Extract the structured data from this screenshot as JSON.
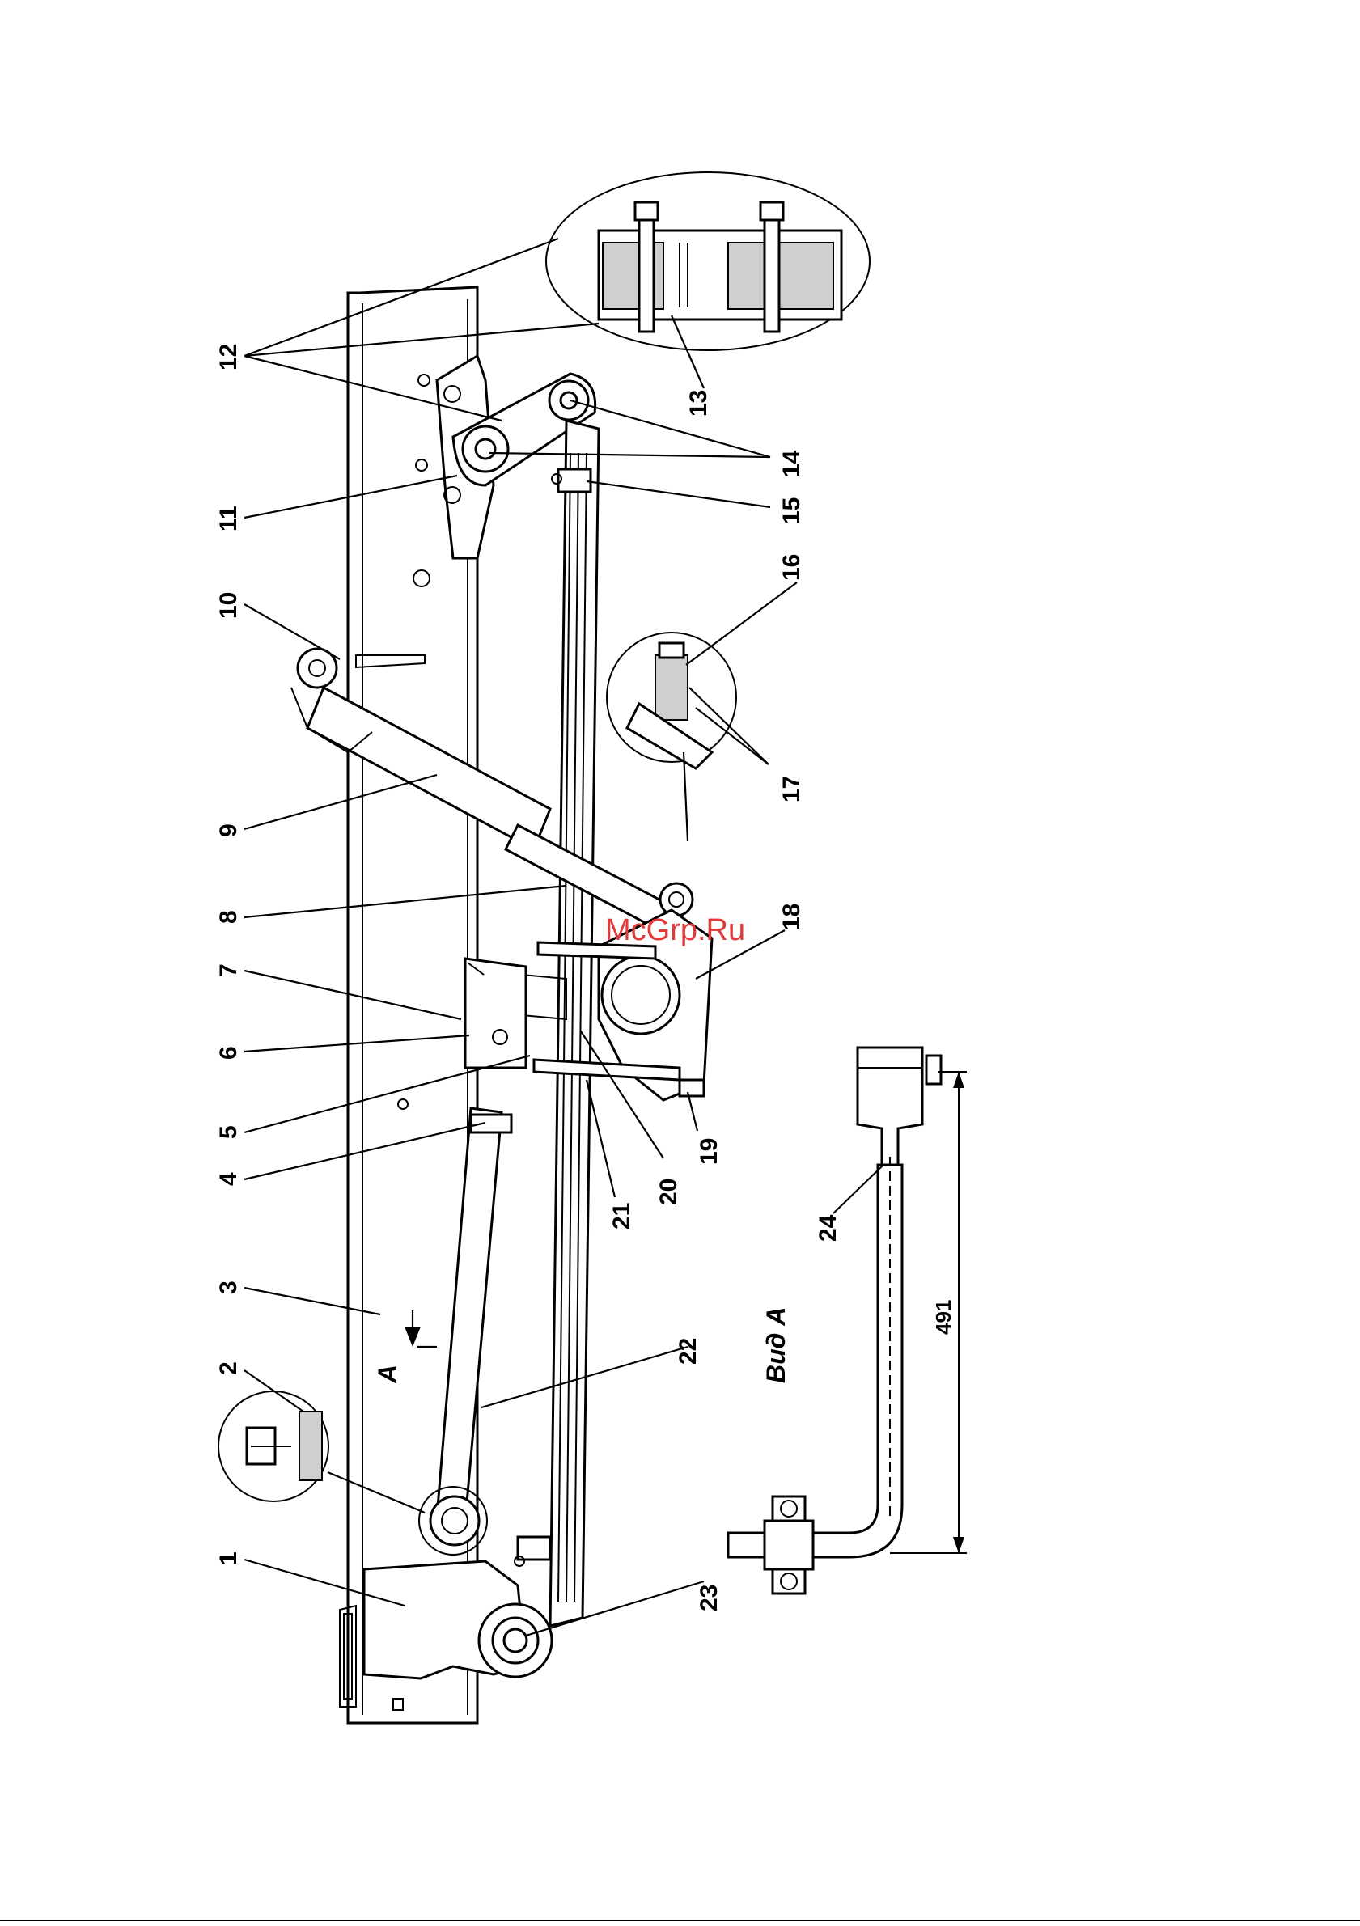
{
  "drawing": {
    "callouts": [
      "1",
      "2",
      "3",
      "4",
      "5",
      "6",
      "7",
      "8",
      "9",
      "10",
      "11",
      "12",
      "13",
      "14",
      "15",
      "16",
      "17",
      "18",
      "19",
      "20",
      "21",
      "22",
      "23",
      "24"
    ],
    "arrow_label": "A",
    "view_label": "Вид А",
    "dimension": "491",
    "watermark": "McGrp.Ru"
  }
}
